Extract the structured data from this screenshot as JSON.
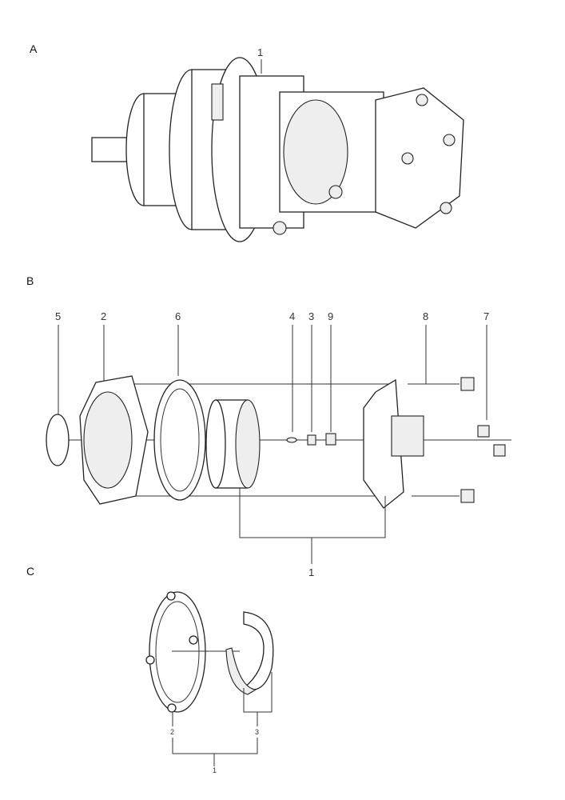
{
  "sections": {
    "a": {
      "label": "A",
      "callouts": [
        "1"
      ]
    },
    "b": {
      "label": "B",
      "callouts": [
        "5",
        "2",
        "6",
        "4",
        "3",
        "9",
        "8",
        "7",
        "1"
      ]
    },
    "c": {
      "label": "C",
      "callouts": [
        "2",
        "3",
        "1"
      ]
    }
  }
}
